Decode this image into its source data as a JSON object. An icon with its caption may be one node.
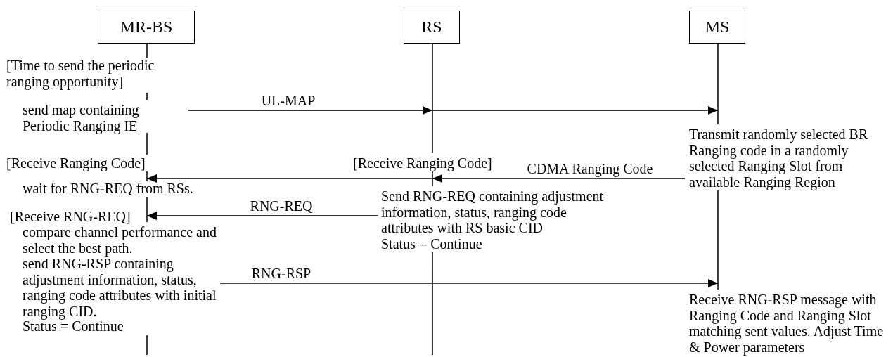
{
  "diagram": {
    "nodes": [
      {
        "text": [
          "MR-BS"
        ]
      },
      {
        "text": [
          "RS"
        ]
      },
      {
        "text": [
          "MS"
        ]
      }
    ],
    "edges": [
      {
        "from": 0,
        "to": 1,
        "arrow": "to",
        "label": "UL-MAP"
      },
      {
        "from": 1,
        "to": 2,
        "arrow": "to"
      },
      {
        "from": 2,
        "to": 1,
        "arrow": "to",
        "label": "CDMA Ranging Code"
      },
      {
        "from": 1,
        "to": 0,
        "arrow": "to"
      },
      {
        "from": 1,
        "to": 0,
        "arrow": "to",
        "label": "RNG-REQ"
      },
      {
        "from": 0,
        "to": 2,
        "arrow": "to",
        "label": "RNG-RSP"
      }
    ],
    "labels": [
      "[Time to send the periodic ranging opportunity]",
      "send map containing Periodic Ranging IE",
      "Transmit randomly selected BR Ranging code in a randomly selected Ranging Slot from available Ranging Region",
      "[Receive Ranging Code]",
      "[Receive Ranging Code]",
      "wait for RNG-REQ from RSs.",
      "Send RNG-REQ containing adjustment information, status, ranging code attributes with RS basic CID",
      "Status = Continue",
      "[Receive RNG-REQ]",
      "compare channel performance and select the best path.",
      "send RNG-RSP containing adjustment information, status, ranging code attributes with initial ranging CID.",
      "Status = Continue",
      "Receive RNG-RSP message with Ranging Code and Ranging Slot matching sent values. Adjust Time & Power parameters"
    ]
  }
}
